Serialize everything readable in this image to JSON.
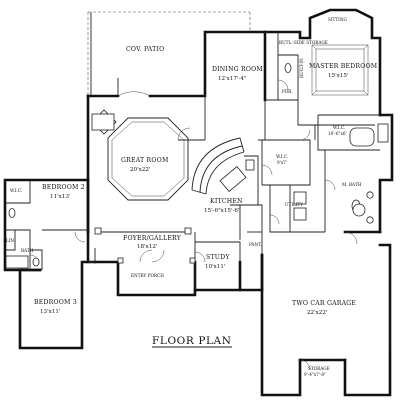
{
  "plan_title": "FLOOR PLAN",
  "rooms": {
    "covered_patio": {
      "name": "COV. PATIO"
    },
    "dining_room": {
      "name": "DINING ROOM",
      "size": "12'x17'-4\""
    },
    "butler_storage": {
      "name": "BUTL.-SIDE STORAGE"
    },
    "built_in": {
      "name": "BUILT-IN"
    },
    "sitting": {
      "name": "SITTING"
    },
    "master_bedroom": {
      "name": "MASTER BEDROOM",
      "size": "15'x15'"
    },
    "powder": {
      "name": "PDR."
    },
    "great_room": {
      "name": "GREAT ROOM",
      "size": "20'x22'"
    },
    "kitchen": {
      "name": "KITCHEN",
      "size": "15'-6\"x15'-6\""
    },
    "wic_center": {
      "name": "W.I.C.",
      "size": "9'x7'"
    },
    "wic_master": {
      "name": "W.I.C.",
      "size": "10'-6\"x6'"
    },
    "master_bath": {
      "name": "M. BATH"
    },
    "utility": {
      "name": "UTILITY"
    },
    "bedroom_2": {
      "name": "BEDROOM 2",
      "size": "11'x13'"
    },
    "wic_bed2": {
      "name": "W.I.C."
    },
    "linen": {
      "name": "LIN."
    },
    "bath": {
      "name": "BATH"
    },
    "foyer": {
      "name": "FOYER/GALLERY",
      "size": "18'x12'"
    },
    "entry_porch": {
      "name": "ENTRY PORCH"
    },
    "study": {
      "name": "STUDY",
      "size": "10'x11'"
    },
    "pantry": {
      "name": "PANT."
    },
    "bedroom_3": {
      "name": "BEDROOM 3",
      "size": "13'x11'"
    },
    "garage": {
      "name": "TWO CAR GARAGE",
      "size": "22'x22'"
    },
    "storage": {
      "name": "STORAGE",
      "size": "9'-4\"x7'-8\""
    }
  }
}
